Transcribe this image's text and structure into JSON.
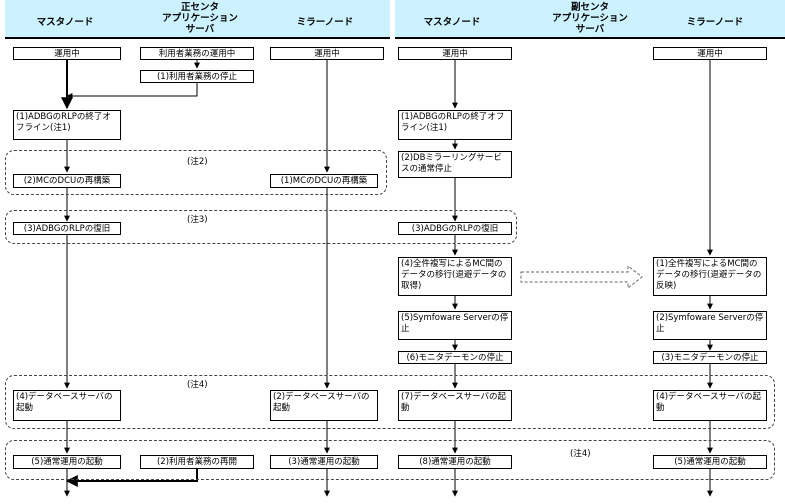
{
  "headers": {
    "primary_center": [
      "正センタ",
      "アプリケーション",
      "サーバ"
    ],
    "secondary_center": [
      "副センタ",
      "アプリケーション",
      "サーバ"
    ],
    "master_node_left": "マスタノード",
    "mirror_node_left": "ミラーノード",
    "master_node_right": "マスタノード",
    "mirror_node_right": "ミラーノード"
  },
  "boxes": {
    "pm_running": "運用中",
    "pa_user_running": "利用者業務の運用中",
    "pa_stop_user": "(1)利用者業務の停止",
    "pmir_running": "運用中",
    "sm_running": "運用中",
    "smir_running": "運用中",
    "pm_adbg_offline": "(1)ADBGのRLPの終了オフライン(注1)",
    "sm_adbg_offline": "(1)ADBGのRLPの終了オフライン(注1)",
    "sm_db_mirror_stop": "(2)DBミラーリングサービスの通常停止",
    "pm_mc_dcu": "(2)MCのDCUの再構築",
    "pmir_mc_dcu": "(1)MCのDCUの再構築",
    "pm_adbg_restore": "(3)ADBGのRLPの復旧",
    "sm_adbg_restore": "(3)ADBGのRLPの復旧",
    "sm_full_copy": "(4)全件複写によるMC間のデータの移行(退避データの取得)",
    "smir_full_copy": "(1)全件複写によるMC間のデータの移行(退避データの反映)",
    "sm_symfoware_stop": "(5)Symfoware Serverの停止",
    "smir_symfoware_stop": "(2)Symfoware Serverの停止",
    "sm_monitor_stop": "(6)モニタデーモンの停止",
    "smir_monitor_stop": "(3)モニタデーモンの停止",
    "pm_db_start": "(4)データベースサーバの起動",
    "pmir_db_start": "(2)データベースサーバの起動",
    "sm_db_start": "(7)データベースサーバの起動",
    "smir_db_start": "(4)データベースサーバの起動",
    "pm_normal_start": "(5)通常運用の起動",
    "pa_user_resume": "(2)利用者業務の再開",
    "pmir_normal_start": "(3)通常運用の起動",
    "sm_normal_start": "(8)通常運用の起動",
    "smir_normal_start": "(5)通常運用の起動"
  },
  "notes": {
    "note2": "(注2)",
    "note3": "(注3)",
    "note4a": "(注4)",
    "note4b": "(注4)"
  }
}
